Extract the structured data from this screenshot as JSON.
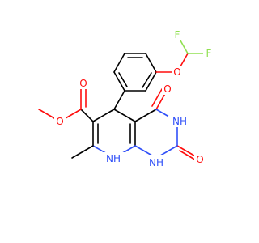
{
  "molecule": {
    "atom_labels": {
      "f1": "F",
      "f2": "F",
      "o_ether": "O",
      "o_ester_carbonyl": "O",
      "o_ester_single": "O",
      "o_c4": "O",
      "o_c2": "O",
      "n3h": "NH",
      "n1h": "NH",
      "n8h": "NH"
    },
    "colors": {
      "carbon": "#000000",
      "oxygen": "#ff0d0d",
      "nitrogen": "#3050f8",
      "fluorine": "#90e050"
    }
  }
}
